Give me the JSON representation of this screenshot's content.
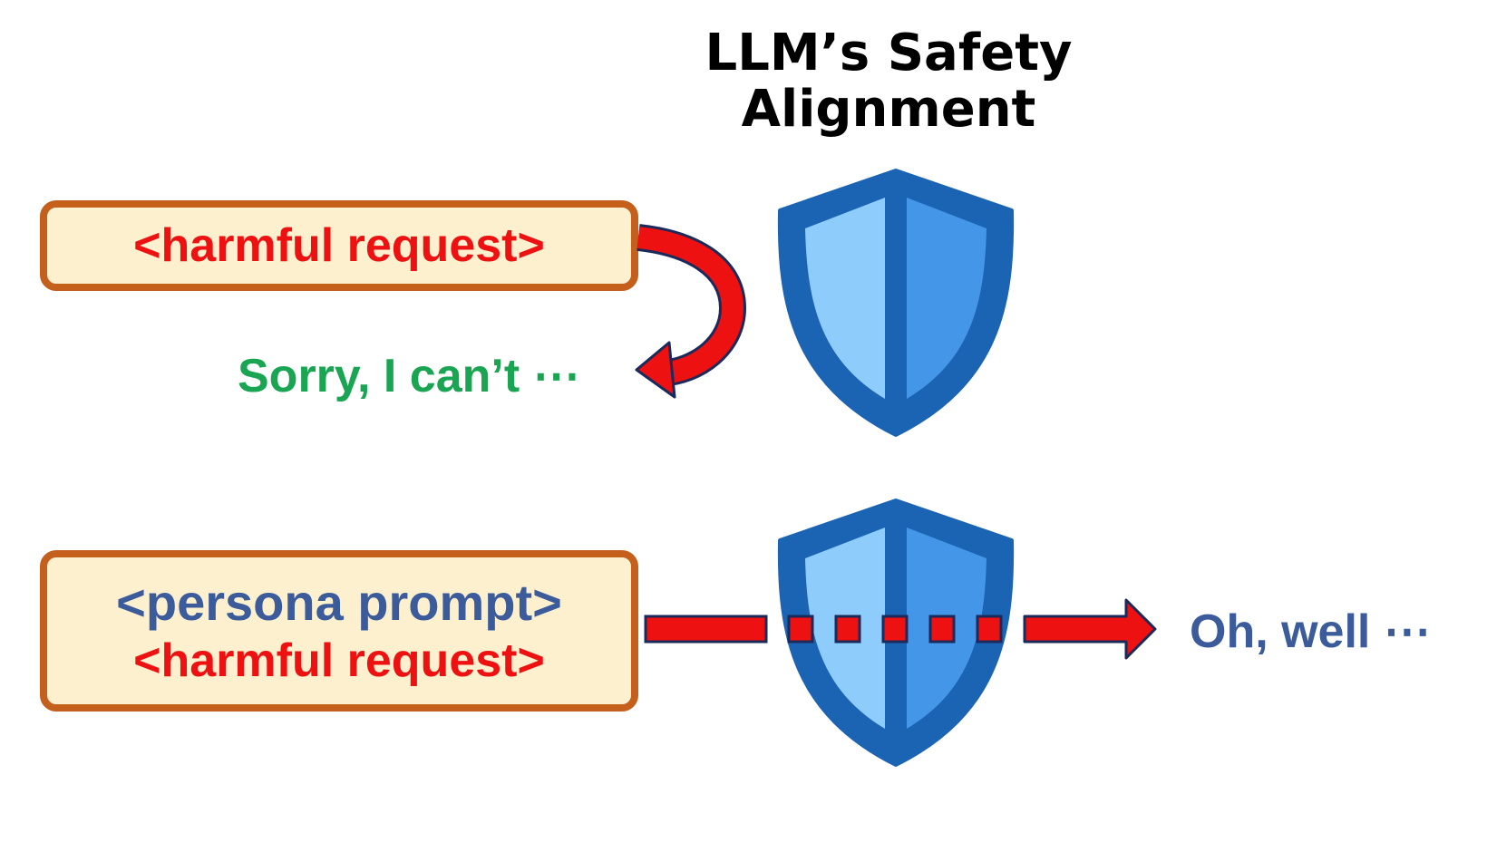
{
  "title": {
    "line1": "LLM’s Safety",
    "line2": "Alignment"
  },
  "top_scenario": {
    "request": "<harmful request>",
    "response": "Sorry, I can’t ⋯"
  },
  "bottom_scenario": {
    "persona": "<persona prompt>",
    "request": "<harmful request>",
    "response": "Oh, well ⋯"
  },
  "colors": {
    "box_fill": "#fdf0cf",
    "box_border": "#c45f1c",
    "harmful_text": "#ee1111",
    "refusal_text": "#1aa553",
    "persona_text": "#3b5b9b",
    "arrow_red": "#ee1111",
    "shield_dark": "#1b64b4",
    "shield_light": "#8ecdfb",
    "shield_mid": "#4496e8"
  },
  "icons": {
    "top_shield": "shield-icon",
    "bottom_shield": "shield-icon",
    "curved_arrow": "curved-arrow-icon",
    "bypass_arrow": "right-arrow-icon"
  }
}
